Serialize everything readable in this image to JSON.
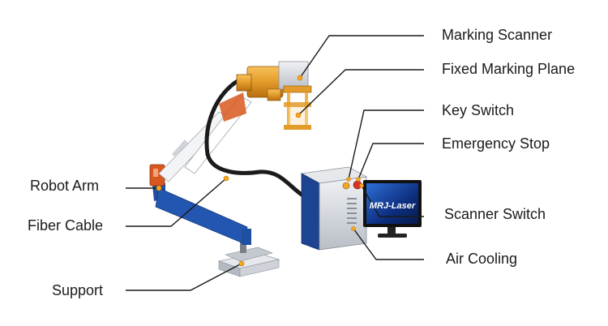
{
  "labels": {
    "marking_scanner": "Marking Scanner",
    "fixed_marking_plane": "Fixed Marking Plane",
    "key_switch": "Key Switch",
    "emergency_stop": "Emergency Stop",
    "robot_arm": "Robot Arm",
    "fiber_cable": "Fiber Cable",
    "scanner_switch": "Scanner Switch",
    "support": "Support",
    "air_cooling": "Air Cooling"
  },
  "monitor": {
    "brand_text": "MRJ-Laser"
  },
  "colors": {
    "arm_blue": "#1f4fa0",
    "scanner_gold": "#e39b2a",
    "cabinet_blue": "#2b57a8",
    "cabinet_silver": "#d9dde3",
    "cable_black": "#1b1b1b",
    "callout_dot": "#f5a623"
  }
}
